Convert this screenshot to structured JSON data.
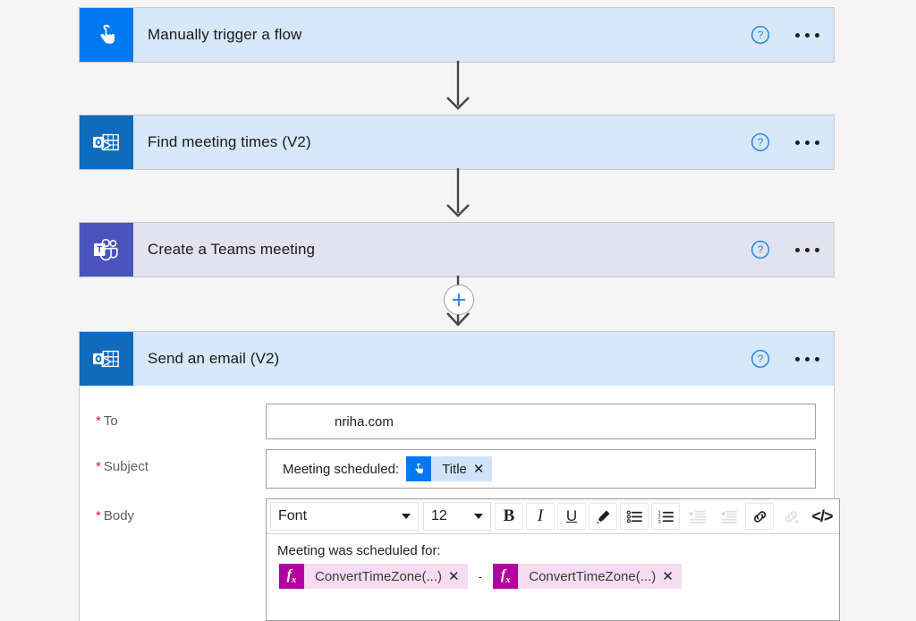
{
  "canvas": {
    "background": "#f5f5f5"
  },
  "flow": {
    "steps": [
      {
        "id": "manual-trigger",
        "title": "Manually trigger a flow",
        "icon": "tap-hand-icon",
        "icon_bg": "#0078f0",
        "header_bg": "#d6e8fa",
        "help_label": "?",
        "menu_label": "More commands"
      },
      {
        "id": "find-meeting-times",
        "title": "Find meeting times (V2)",
        "icon": "outlook-icon",
        "icon_bg": "#0f6cbd",
        "header_bg": "#d6e8fa",
        "help_label": "?",
        "menu_label": "More commands"
      },
      {
        "id": "create-teams-meeting",
        "title": "Create a Teams meeting",
        "icon": "teams-icon",
        "icon_bg": "#4b53bc",
        "header_bg": "#e2e2f0",
        "help_label": "?",
        "menu_label": "More commands"
      },
      {
        "id": "send-an-email",
        "title": "Send an email (V2)",
        "icon": "outlook-icon",
        "icon_bg": "#0f6cbd",
        "header_bg": "#d6e8fa",
        "help_label": "?",
        "menu_label": "More commands"
      }
    ],
    "insert_button_label": "+"
  },
  "email_form": {
    "to": {
      "label": "To",
      "required_marker": "*",
      "value": "nriha.com"
    },
    "subject": {
      "label": "Subject",
      "required_marker": "*",
      "text": "Meeting scheduled:",
      "token": {
        "text": "Title",
        "icon": "tap-hand-icon",
        "remove_label": "✕"
      }
    },
    "body": {
      "label": "Body",
      "required_marker": "*",
      "toolbar": {
        "font_name": "Font",
        "font_size": "12",
        "buttons": [
          {
            "name": "bold-button",
            "label": "B",
            "disabled": false
          },
          {
            "name": "italic-button",
            "label": "I",
            "disabled": false
          },
          {
            "name": "underline-button",
            "label": "U",
            "disabled": false
          },
          {
            "name": "highlight-button",
            "label": "",
            "disabled": false
          },
          {
            "name": "bulleted-list-button",
            "label": "",
            "disabled": false
          },
          {
            "name": "numbered-list-button",
            "label": "",
            "disabled": false
          },
          {
            "name": "increase-indent-button",
            "label": "",
            "disabled": true
          },
          {
            "name": "decrease-indent-button",
            "label": "",
            "disabled": true
          },
          {
            "name": "insert-link-button",
            "label": "",
            "disabled": false
          },
          {
            "name": "remove-link-button",
            "label": "",
            "disabled": true
          },
          {
            "name": "code-view-button",
            "label": "</>",
            "disabled": false
          }
        ]
      },
      "text_line": "Meeting was scheduled for:",
      "separator": "-",
      "tokens": [
        {
          "text": "ConvertTimeZone(...)",
          "icon": "fx-icon",
          "remove_label": "✕"
        },
        {
          "text": "ConvertTimeZone(...)",
          "icon": "fx-icon",
          "remove_label": "✕"
        }
      ]
    }
  }
}
